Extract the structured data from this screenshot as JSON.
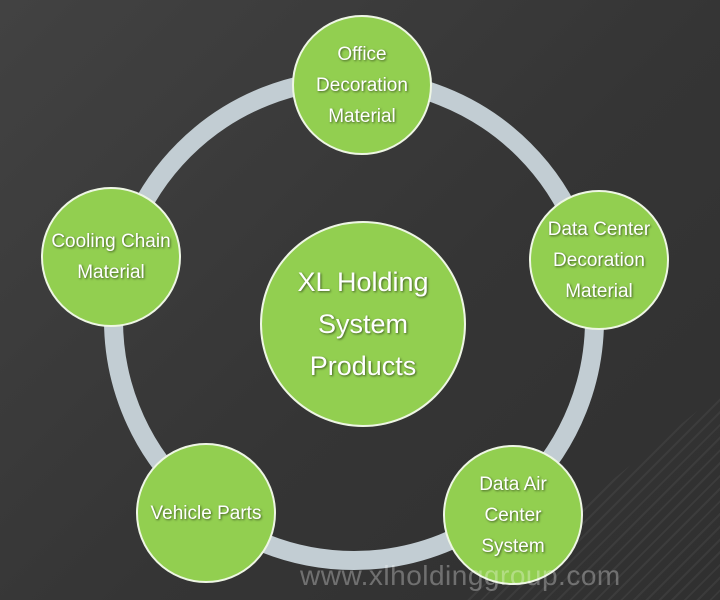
{
  "diagram": {
    "center": {
      "label": "XL Holding\nSystem\nProducts"
    },
    "nodes": [
      {
        "label": "Office\nDecoration\nMaterial"
      },
      {
        "label": "Data Center\nDecoration\nMaterial"
      },
      {
        "label": "Data Air\nCenter\nSystem"
      },
      {
        "label": "Vehicle Parts"
      },
      {
        "label": "Cooling Chain\nMaterial"
      }
    ]
  },
  "watermark": "www.xlholdinggroup.com",
  "colors": {
    "background": "#3a3a3a",
    "node_fill": "#92cf50",
    "ring": "#c2cdd3",
    "text": "#ffffff"
  }
}
